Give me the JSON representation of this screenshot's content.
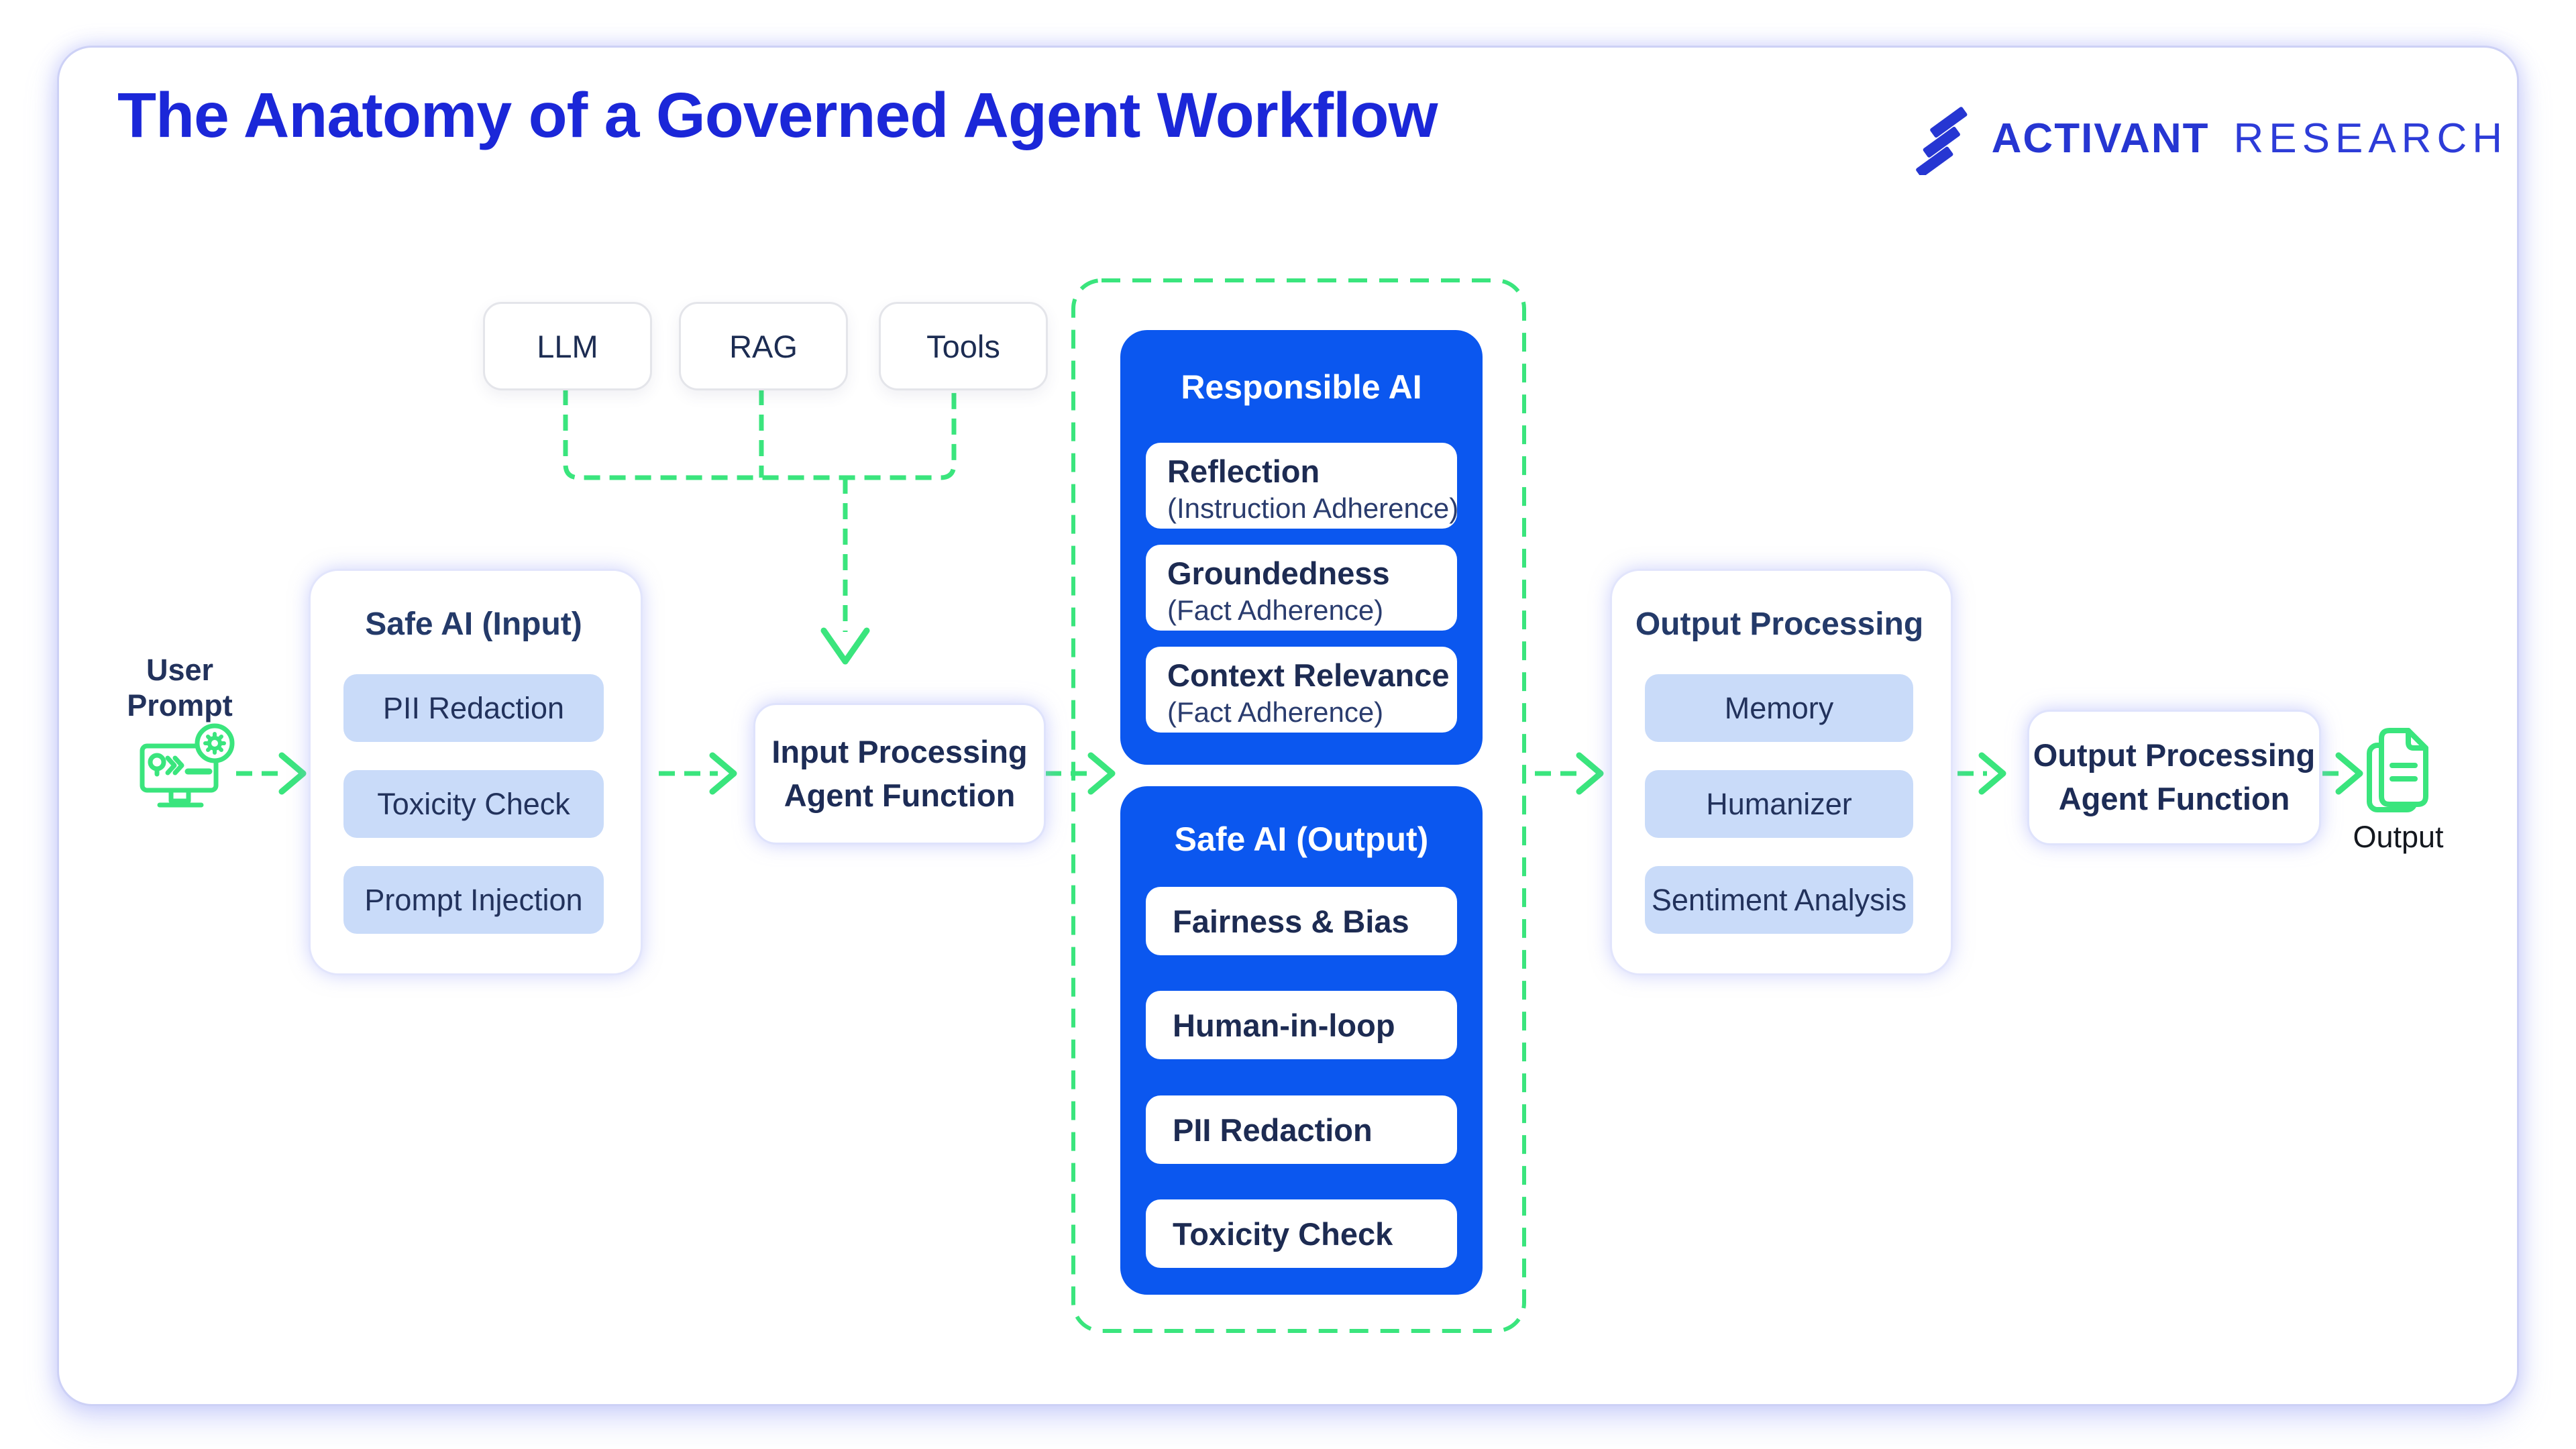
{
  "header": {
    "title": "The Anatomy of a Governed Agent Workflow",
    "logo": {
      "primary": "ACTIVANT",
      "secondary": "RESEARCH",
      "icon": "triple-diagonal-stripes-icon"
    }
  },
  "sources": [
    {
      "label": "LLM"
    },
    {
      "label": "RAG"
    },
    {
      "label": "Tools"
    }
  ],
  "user_prompt": {
    "label_line1": "User",
    "label_line2": "Prompt",
    "icon": "monitor-prompt-icon"
  },
  "safe_ai_input": {
    "title": "Safe AI (Input)",
    "items": [
      "PII Redaction",
      "Toxicity Check",
      "Prompt Injection"
    ]
  },
  "input_agent": {
    "line1": "Input Processing",
    "line2": "Agent Function"
  },
  "governance": {
    "responsible_ai": {
      "title": "Responsible AI",
      "cards": [
        {
          "title": "Reflection",
          "subtitle": "(Instruction Adherence)"
        },
        {
          "title": "Groundedness",
          "subtitle": "(Fact Adherence)"
        },
        {
          "title": "Context Relevance",
          "subtitle": "(Fact Adherence)"
        }
      ]
    },
    "safe_ai_output": {
      "title": "Safe AI (Output)",
      "items": [
        "Fairness & Bias",
        "Human-in-loop",
        "PII Redaction",
        "Toxicity Check"
      ]
    }
  },
  "output_processing": {
    "title": "Output Processing",
    "items": [
      "Memory",
      "Humanizer",
      "Sentiment Analysis"
    ]
  },
  "output_agent": {
    "line1": "Output Processing",
    "line2": "Agent Function"
  },
  "output": {
    "label": "Output",
    "icon": "documents-icon"
  },
  "colors": {
    "title_blue": "#1b27d8",
    "logo_blue": "#2636d2",
    "panel_blue": "#0b57ef",
    "pill_blue": "#c9dbf9",
    "navy_text": "#1f3057",
    "flow_green": "#3ae57d",
    "card_border": "#cdd1f6"
  }
}
